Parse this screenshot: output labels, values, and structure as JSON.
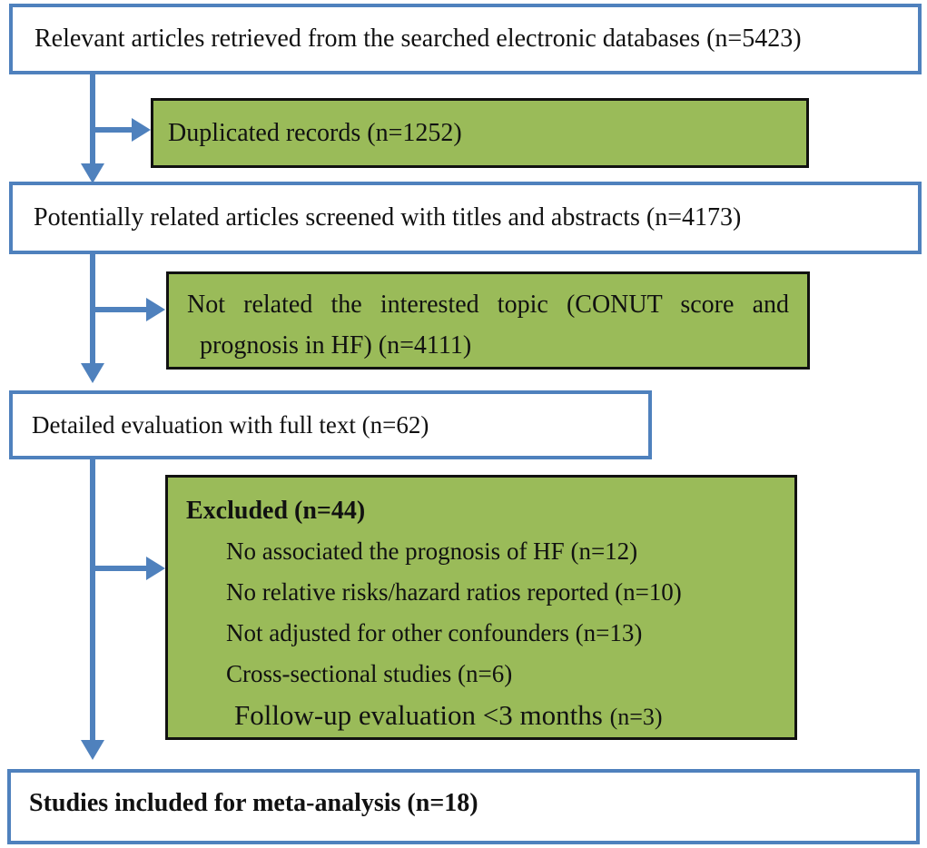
{
  "flow": {
    "identified": "Relevant articles retrieved from the searched electronic databases (n=5423)",
    "duplicates": "Duplicated records (n=1252)",
    "screened": "Potentially related articles screened with titles and abstracts (n=4173)",
    "not_related": {
      "line1": "Not related the interested topic (CONUT score and",
      "line2": "prognosis in HF) (n=4111)"
    },
    "full_text": "Detailed evaluation with full text (n=62)",
    "excluded": {
      "title": "Excluded (n=44)",
      "reasons": [
        "No associated the prognosis of HF (n=12)",
        "No relative risks/hazard ratios reported (n=10)",
        "Not adjusted for other confounders (n=13)",
        "Cross-sectional studies (n=6)"
      ],
      "followup_main": "Follow-up evaluation <3 months ",
      "followup_count": "(n=3)"
    },
    "included": "Studies included for meta-analysis (n=18)"
  },
  "colors": {
    "accent_blue": "#4f81bd",
    "green_fill": "#9abb59",
    "box_border_black": "#111111",
    "text": "#111111"
  }
}
